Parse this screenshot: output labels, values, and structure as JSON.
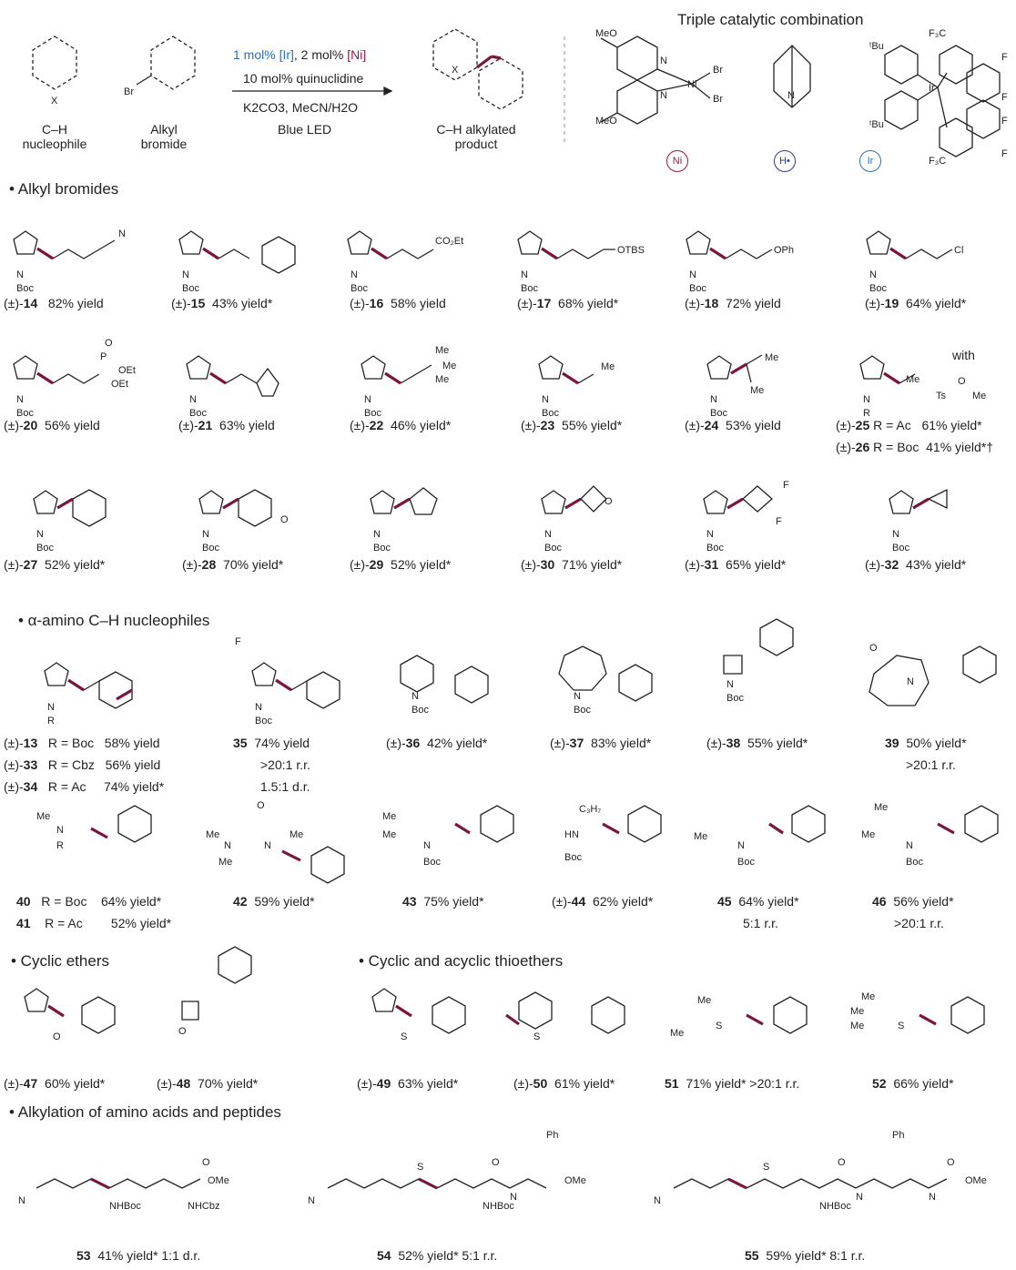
{
  "header": {
    "title": "Triple catalytic combination",
    "cond_ir": "1 mol% [Ir]",
    "cond_sep": ", 2 mol% ",
    "cond_ni": "[Ni]",
    "cond2": "10 mol% quinuclidine",
    "cond3": "K2CO3, MeCN/H2O",
    "cond4": "Blue LED",
    "labels": {
      "nucleophile": [
        "C–H",
        "nucleophile"
      ],
      "bromide": [
        "Alkyl",
        "bromide"
      ],
      "product": [
        "C–H alkylated",
        "product"
      ]
    },
    "atoms": {
      "X": "X",
      "Br": "Br"
    },
    "badges": {
      "ni": "Ni",
      "h": "H•",
      "ir": "Ir"
    }
  },
  "sections": {
    "s1": "• Alkyl bromides",
    "s2": "• α-amino C–H nucleophiles",
    "s3": "• Cyclic ethers",
    "s4": "• Cyclic and acyclic thioethers",
    "s5": "• Alkylation of amino acids and peptides"
  },
  "products": {
    "p14": {
      "pre": "(±)-",
      "num": "14",
      "yield": "82% yield"
    },
    "p15": {
      "pre": "(±)-",
      "num": "15",
      "yield": "43% yield*"
    },
    "p16": {
      "pre": "(±)-",
      "num": "16",
      "yield": "58% yield"
    },
    "p17": {
      "pre": "(±)-",
      "num": "17",
      "yield": "68% yield*"
    },
    "p18": {
      "pre": "(±)-",
      "num": "18",
      "yield": "72% yield"
    },
    "p19": {
      "pre": "(±)-",
      "num": "19",
      "yield": "64% yield*"
    },
    "p20": {
      "pre": "(±)-",
      "num": "20",
      "yield": "56% yield"
    },
    "p21": {
      "pre": "(±)-",
      "num": "21",
      "yield": "63% yield"
    },
    "p22": {
      "pre": "(±)-",
      "num": "22",
      "yield": "46% yield*"
    },
    "p23": {
      "pre": "(±)-",
      "num": "23",
      "yield": "55% yield*"
    },
    "p24": {
      "pre": "(±)-",
      "num": "24",
      "yield": "53% yield"
    },
    "p25": {
      "pre": "(±)-",
      "num": "25",
      "r": "R = Ac",
      "yield": "61% yield*"
    },
    "p26": {
      "pre": "(±)-",
      "num": "26",
      "r": "R = Boc",
      "yield": "41% yield*†"
    },
    "with": "with",
    "p27": {
      "pre": "(±)-",
      "num": "27",
      "yield": "52% yield*"
    },
    "p28": {
      "pre": "(±)-",
      "num": "28",
      "yield": "70% yield*"
    },
    "p29": {
      "pre": "(±)-",
      "num": "29",
      "yield": "52% yield*"
    },
    "p30": {
      "pre": "(±)-",
      "num": "30",
      "yield": "71% yield*"
    },
    "p31": {
      "pre": "(±)-",
      "num": "31",
      "yield": "65% yield*"
    },
    "p32": {
      "pre": "(±)-",
      "num": "32",
      "yield": "43% yield*"
    },
    "p13": {
      "pre": "(±)-",
      "num": "13",
      "r": "R = Boc",
      "yield": "58% yield"
    },
    "p33": {
      "pre": "(±)-",
      "num": "33",
      "r": "R = Cbz",
      "yield": "56% yield"
    },
    "p34": {
      "pre": "(±)-",
      "num": "34",
      "r": "R = Ac",
      "yield": "74% yield*"
    },
    "p35": {
      "num": "35",
      "yield": "74% yield",
      "rr": ">20:1 r.r.",
      "dr": "1.5:1 d.r."
    },
    "p36": {
      "pre": "(±)-",
      "num": "36",
      "yield": "42% yield*"
    },
    "p37": {
      "pre": "(±)-",
      "num": "37",
      "yield": "83% yield*"
    },
    "p38": {
      "pre": "(±)-",
      "num": "38",
      "yield": "55% yield*"
    },
    "p39": {
      "num": "39",
      "yield": "50% yield*",
      "rr": ">20:1 r.r."
    },
    "p40": {
      "num": "40",
      "r": "R = Boc",
      "yield": "64% yield*"
    },
    "p41": {
      "num": "41",
      "r": "R = Ac",
      "yield": "52% yield*"
    },
    "p42": {
      "num": "42",
      "yield": "59% yield*"
    },
    "p43": {
      "num": "43",
      "yield": "75% yield*"
    },
    "p44": {
      "pre": "(±)-",
      "num": "44",
      "yield": "62% yield*"
    },
    "p45": {
      "num": "45",
      "yield": "64% yield*",
      "rr": "5:1 r.r."
    },
    "p46": {
      "num": "46",
      "yield": "56% yield*",
      "rr": ">20:1 r.r."
    },
    "p47": {
      "pre": "(±)-",
      "num": "47",
      "yield": "60% yield*"
    },
    "p48": {
      "pre": "(±)-",
      "num": "48",
      "yield": "70% yield*"
    },
    "p49": {
      "pre": "(±)-",
      "num": "49",
      "yield": "63% yield*"
    },
    "p50": {
      "pre": "(±)-",
      "num": "50",
      "yield": "61% yield*"
    },
    "p51": {
      "num": "51",
      "yield": "71% yield* >20:1 r.r."
    },
    "p52": {
      "num": "52",
      "yield": "66% yield*"
    },
    "p53": {
      "num": "53",
      "yield": "41% yield*  1:1 d.r."
    },
    "p54": {
      "num": "54",
      "yield": "52% yield*  5:1 r.r."
    },
    "p55": {
      "num": "55",
      "yield": "59% yield*  8:1 r.r."
    }
  },
  "colors": {
    "bond": "#7a1540",
    "ir": "#2a6fb5",
    "ni": "#8b1a4a",
    "h": "#2a3a8a"
  }
}
